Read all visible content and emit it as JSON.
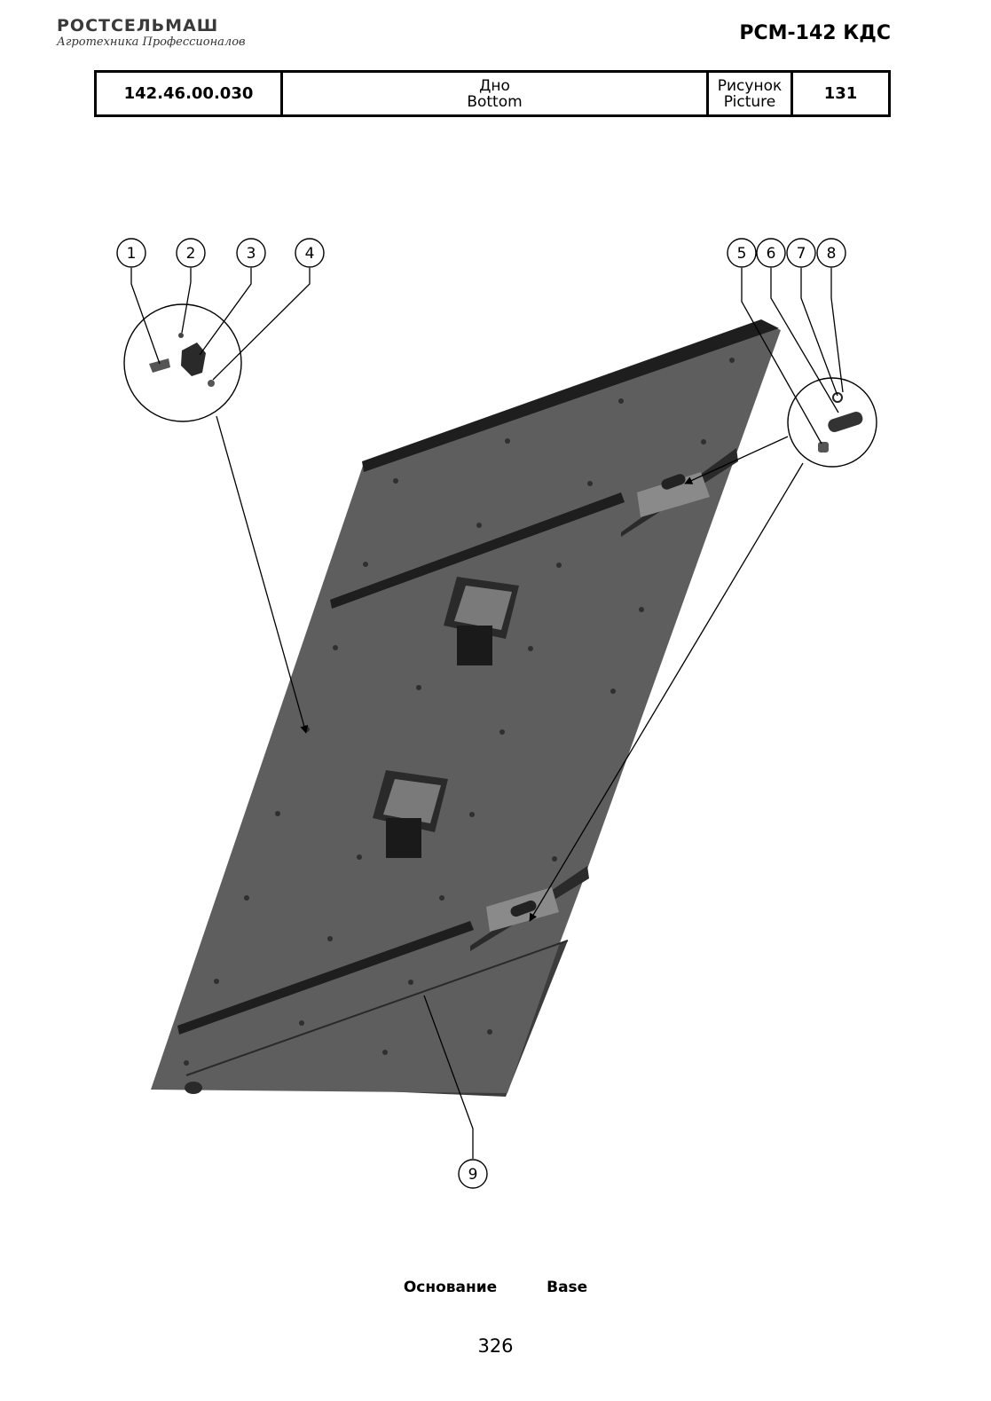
{
  "header": {
    "brand": "РОСТСЕЛЬМАШ",
    "tagline": "Агротехника Профессионалов",
    "model": "РСМ-142 КДС"
  },
  "title_block": {
    "part_number": "142.46.00.030",
    "name_ru": "Дно",
    "name_en": "Bottom",
    "picture_ru": "Рисунок",
    "picture_en": "Picture",
    "picture_number": "131"
  },
  "callouts": [
    "1",
    "2",
    "3",
    "4",
    "5",
    "6",
    "7",
    "8",
    "9"
  ],
  "caption": {
    "ru": "Основание",
    "en": "Base"
  },
  "page_number": "326",
  "colors": {
    "plate": "#5e5e5e",
    "plate_edge": "#1e1e1e",
    "plate_side": "#3c3c3c"
  }
}
